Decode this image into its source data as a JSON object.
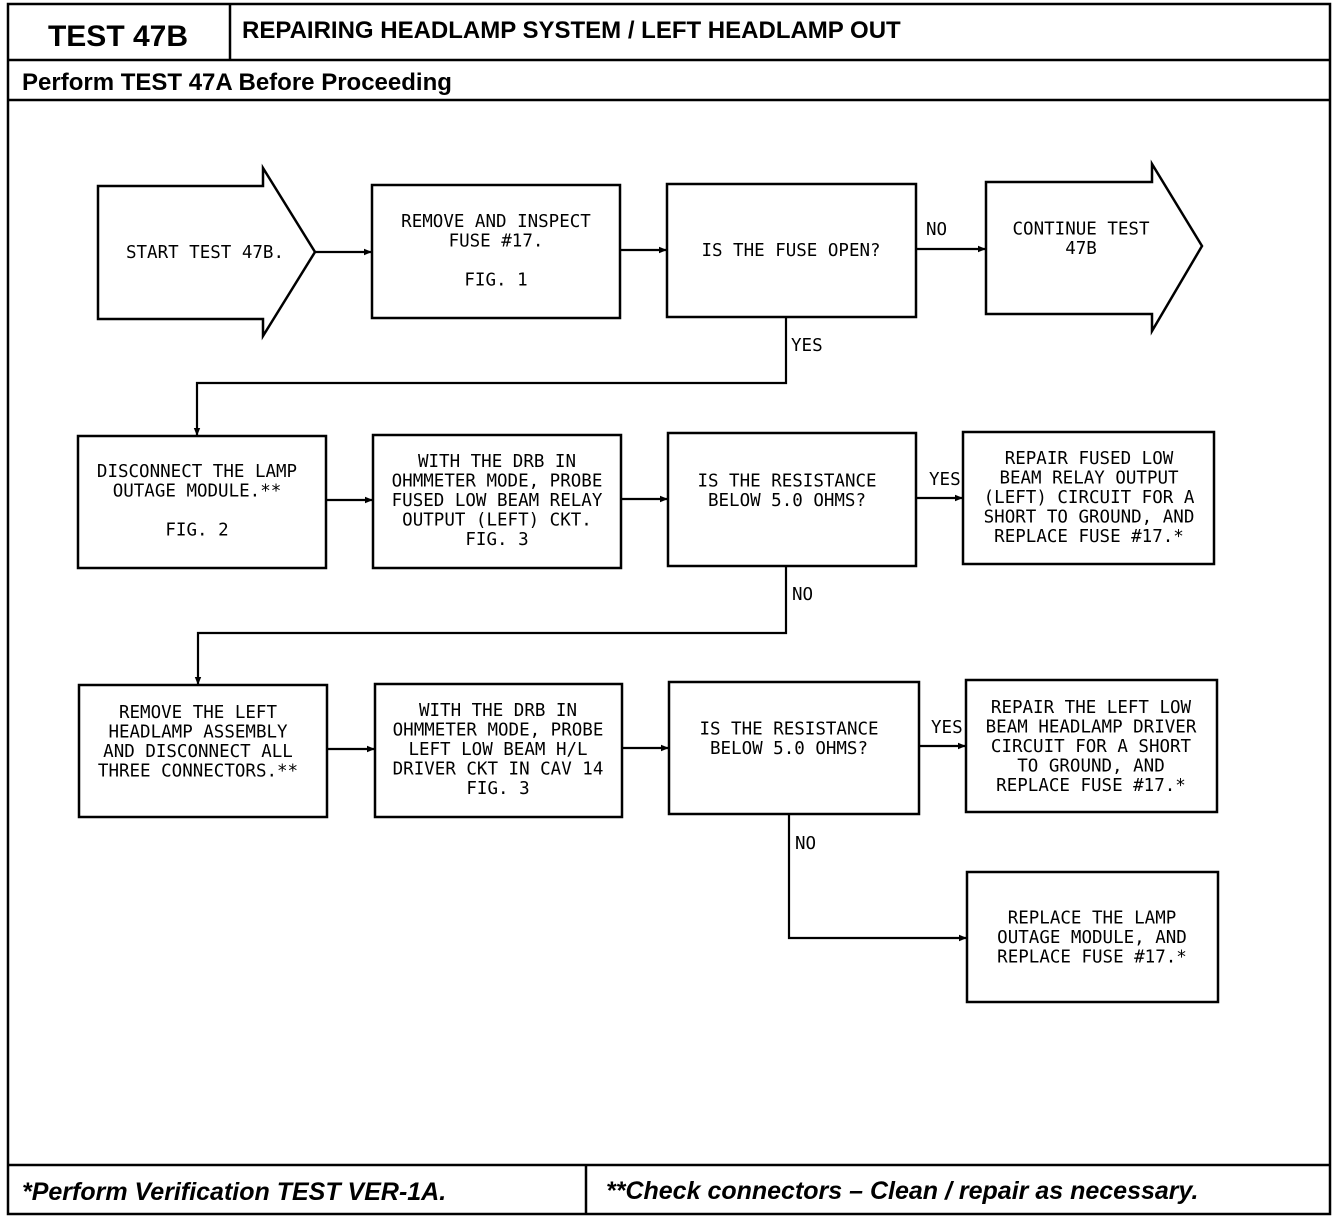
{
  "header": {
    "test_id": "TEST 47B",
    "title": "REPAIRING HEADLAMP SYSTEM / LEFT HEADLAMP OUT",
    "prerequisite": "Perform TEST 47A Before Proceeding"
  },
  "flowchart": {
    "start": [
      "START TEST 47B."
    ],
    "continue": [
      "CONTINUE TEST",
      "47B"
    ],
    "remove_fuse": [
      "REMOVE AND INSPECT",
      "FUSE #17.",
      "",
      "FIG. 1"
    ],
    "fuse_open": [
      "IS THE FUSE OPEN?"
    ],
    "disconnect_module": [
      "DISCONNECT THE LAMP",
      "OUTAGE MODULE.**",
      "",
      "FIG. 2"
    ],
    "probe_relay": [
      "WITH THE DRB IN",
      "OHMMETER MODE, PROBE",
      "FUSED LOW BEAM RELAY",
      "OUTPUT (LEFT) CKT.",
      "FIG. 3"
    ],
    "resistance_1": [
      "IS THE RESISTANCE",
      "BELOW 5.0 OHMS?"
    ],
    "repair_relay": [
      "REPAIR FUSED LOW",
      "BEAM RELAY OUTPUT",
      "(LEFT) CIRCUIT FOR A",
      "SHORT TO GROUND, AND",
      "REPLACE FUSE #17.*"
    ],
    "remove_headlamp": [
      "REMOVE THE LEFT",
      "HEADLAMP ASSEMBLY",
      "AND DISCONNECT ALL",
      "THREE CONNECTORS.**"
    ],
    "probe_driver": [
      "WITH THE DRB IN",
      "OHMMETER MODE, PROBE",
      "LEFT LOW BEAM H/L",
      "DRIVER CKT IN CAV 14",
      "FIG. 3"
    ],
    "resistance_2": [
      "IS THE RESISTANCE",
      "BELOW 5.0 OHMS?"
    ],
    "repair_driver": [
      "REPAIR THE LEFT LOW",
      "BEAM HEADLAMP DRIVER",
      "CIRCUIT FOR A SHORT",
      "TO GROUND, AND",
      "REPLACE FUSE #17.*"
    ],
    "replace_module": [
      "REPLACE THE LAMP",
      "OUTAGE MODULE, AND",
      "REPLACE FUSE #17.*"
    ],
    "labels": {
      "no_1": "NO",
      "yes_1": "YES",
      "yes_2": "YES",
      "no_2": "NO",
      "yes_3": "YES",
      "no_3": "NO"
    }
  },
  "footer": {
    "left": "*Perform Verification TEST VER-1A.",
    "right": "**Check connectors – Clean / repair as necessary."
  }
}
